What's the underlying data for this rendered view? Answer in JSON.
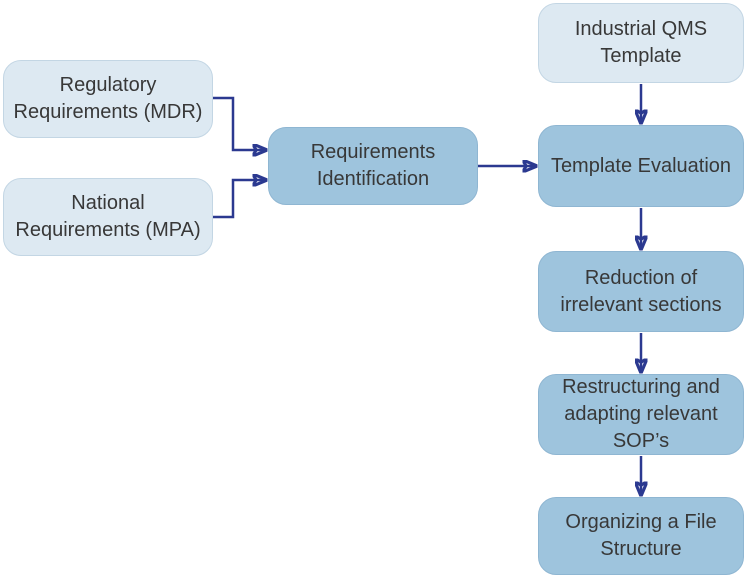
{
  "diagram": {
    "type": "flowchart",
    "colors": {
      "light_box_fill": "#dde9f2",
      "light_box_border": "#c3d6e4",
      "medium_box_fill": "#9ec4dd",
      "medium_box_border": "#8fb6d2",
      "arrow": "#2b3990",
      "text": "#383838"
    },
    "nodes": [
      {
        "id": "regulatory-requirements",
        "style": "light",
        "label": "Regulatory\nRequirements (MDR)"
      },
      {
        "id": "national-requirements",
        "style": "light",
        "label": "National\nRequirements (MPA)"
      },
      {
        "id": "requirements-identification",
        "style": "medium",
        "label": "Requirements\nIdentification"
      },
      {
        "id": "industrial-qms-template",
        "style": "light",
        "label": "Industrial QMS\nTemplate"
      },
      {
        "id": "template-evaluation",
        "style": "medium",
        "label": "Template Evaluation"
      },
      {
        "id": "reduction-of-irrelevant-sections",
        "style": "medium",
        "label": "Reduction of\nirrelevant sections"
      },
      {
        "id": "restructuring-adapting-sops",
        "style": "medium",
        "label": "Restructuring and\nadapting relevant\nSOP’s"
      },
      {
        "id": "organizing-file-structure",
        "style": "medium",
        "label": "Organizing a File\nStructure"
      }
    ],
    "edges": [
      {
        "from": "regulatory-requirements",
        "to": "requirements-identification"
      },
      {
        "from": "national-requirements",
        "to": "requirements-identification"
      },
      {
        "from": "requirements-identification",
        "to": "template-evaluation"
      },
      {
        "from": "industrial-qms-template",
        "to": "template-evaluation"
      },
      {
        "from": "template-evaluation",
        "to": "reduction-of-irrelevant-sections"
      },
      {
        "from": "reduction-of-irrelevant-sections",
        "to": "restructuring-adapting-sops"
      },
      {
        "from": "restructuring-adapting-sops",
        "to": "organizing-file-structure"
      }
    ]
  }
}
